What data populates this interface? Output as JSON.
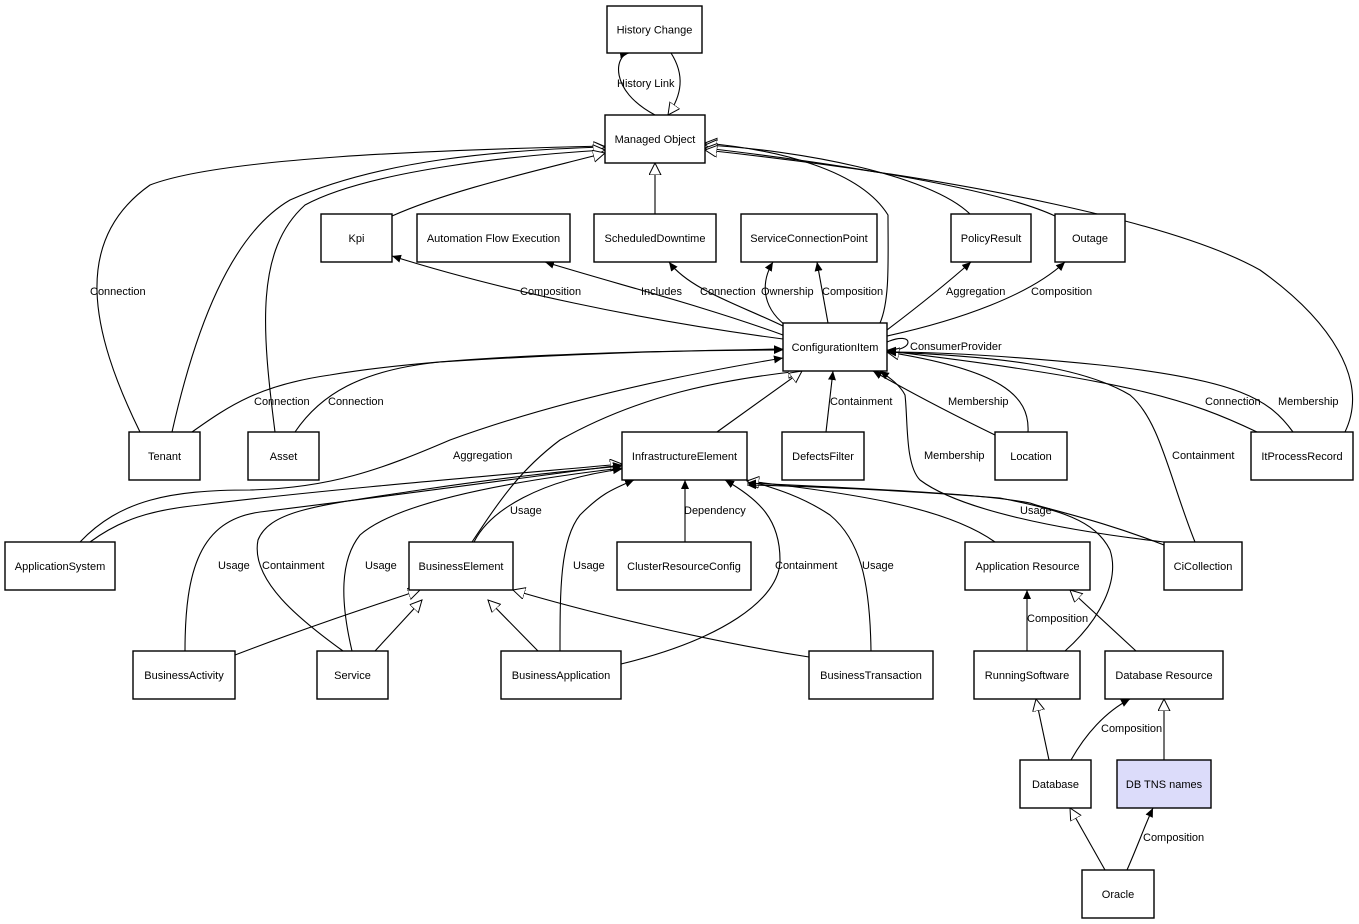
{
  "title": "Managed Object class relationship diagram",
  "colors": {
    "default_fill": "#ffffff",
    "highlight_fill": "#dcdcfa",
    "stroke": "#000000"
  },
  "nodes": [
    {
      "id": "history_change",
      "label": "History Change"
    },
    {
      "id": "managed_object",
      "label": "Managed Object"
    },
    {
      "id": "kpi",
      "label": "Kpi"
    },
    {
      "id": "automation_flow_execution",
      "label": "Automation Flow Execution"
    },
    {
      "id": "scheduled_downtime",
      "label": "ScheduledDowntime"
    },
    {
      "id": "service_connection_point",
      "label": "ServiceConnectionPoint"
    },
    {
      "id": "policy_result",
      "label": "PolicyResult"
    },
    {
      "id": "outage",
      "label": "Outage"
    },
    {
      "id": "configuration_item",
      "label": "ConfigurationItem"
    },
    {
      "id": "tenant",
      "label": "Tenant"
    },
    {
      "id": "asset",
      "label": "Asset"
    },
    {
      "id": "infrastructure_element",
      "label": "InfrastructureElement"
    },
    {
      "id": "defects_filter",
      "label": "DefectsFilter"
    },
    {
      "id": "location",
      "label": "Location"
    },
    {
      "id": "it_process_record",
      "label": "ItProcessRecord"
    },
    {
      "id": "application_system",
      "label": "ApplicationSystem"
    },
    {
      "id": "business_element",
      "label": "BusinessElement"
    },
    {
      "id": "cluster_resource_config",
      "label": "ClusterResourceConfig"
    },
    {
      "id": "application_resource",
      "label": "Application Resource"
    },
    {
      "id": "ci_collection",
      "label": "CiCollection"
    },
    {
      "id": "business_activity",
      "label": "BusinessActivity"
    },
    {
      "id": "service",
      "label": "Service"
    },
    {
      "id": "business_application",
      "label": "BusinessApplication"
    },
    {
      "id": "business_transaction",
      "label": "BusinessTransaction"
    },
    {
      "id": "running_software",
      "label": "RunningSoftware"
    },
    {
      "id": "database_resource",
      "label": "Database Resource"
    },
    {
      "id": "database",
      "label": "Database"
    },
    {
      "id": "db_tns_names",
      "label": "DB TNS names",
      "highlighted": true
    },
    {
      "id": "oracle",
      "label": "Oracle"
    }
  ],
  "edges": [
    {
      "from": "managed_object",
      "to": "history_change",
      "label": "History Link",
      "type": "association"
    },
    {
      "from": "history_change",
      "to": "managed_object",
      "label": "",
      "type": "inheritance"
    },
    {
      "from": "tenant",
      "to": "managed_object",
      "label": "Connection",
      "type": "association"
    },
    {
      "from": "tenant",
      "to": "managed_object",
      "label": "",
      "type": "inheritance"
    },
    {
      "from": "asset",
      "to": "managed_object",
      "label": "",
      "type": "inheritance"
    },
    {
      "from": "kpi",
      "to": "managed_object",
      "label": "",
      "type": "inheritance"
    },
    {
      "from": "scheduled_downtime",
      "to": "managed_object",
      "label": "",
      "type": "inheritance"
    },
    {
      "from": "configuration_item",
      "to": "managed_object",
      "label": "",
      "type": "inheritance"
    },
    {
      "from": "policy_result",
      "to": "managed_object",
      "label": "",
      "type": "inheritance"
    },
    {
      "from": "outage",
      "to": "managed_object",
      "label": "",
      "type": "inheritance"
    },
    {
      "from": "it_process_record",
      "to": "managed_object",
      "label": "",
      "type": "inheritance"
    },
    {
      "from": "configuration_item",
      "to": "kpi",
      "label": "Composition",
      "type": "association"
    },
    {
      "from": "configuration_item",
      "to": "automation_flow_execution",
      "label": "Includes",
      "type": "association"
    },
    {
      "from": "configuration_item",
      "to": "scheduled_downtime",
      "label": "Connection",
      "type": "association"
    },
    {
      "from": "configuration_item",
      "to": "service_connection_point",
      "label": "Ownership",
      "type": "association"
    },
    {
      "from": "configuration_item",
      "to": "service_connection_point",
      "label": "Composition",
      "type": "association"
    },
    {
      "from": "configuration_item",
      "to": "policy_result",
      "label": "Aggregation",
      "type": "association"
    },
    {
      "from": "configuration_item",
      "to": "outage",
      "label": "Composition",
      "type": "association"
    },
    {
      "from": "configuration_item",
      "to": "configuration_item",
      "label": "ConsumerProvider",
      "type": "association"
    },
    {
      "from": "tenant",
      "to": "configuration_item",
      "label": "Connection",
      "type": "association"
    },
    {
      "from": "asset",
      "to": "configuration_item",
      "label": "Connection",
      "type": "association"
    },
    {
      "from": "application_system",
      "to": "configuration_item",
      "label": "Aggregation",
      "type": "association"
    },
    {
      "from": "business_element",
      "to": "configuration_item",
      "label": "",
      "type": "inheritance"
    },
    {
      "from": "infrastructure_element",
      "to": "configuration_item",
      "label": "",
      "type": "inheritance"
    },
    {
      "from": "defects_filter",
      "to": "configuration_item",
      "label": "Containment",
      "type": "association"
    },
    {
      "from": "location",
      "to": "configuration_item",
      "label": "Membership",
      "type": "association"
    },
    {
      "from": "location",
      "to": "configuration_item",
      "label": "",
      "type": "inheritance"
    },
    {
      "from": "ci_collection",
      "to": "configuration_item",
      "label": "Membership",
      "type": "association"
    },
    {
      "from": "ci_collection",
      "to": "configuration_item",
      "label": "Containment",
      "type": "association"
    },
    {
      "from": "it_process_record",
      "to": "configuration_item",
      "label": "Connection",
      "type": "association"
    },
    {
      "from": "it_process_record",
      "to": "configuration_item",
      "label": "Membership",
      "type": "association"
    },
    {
      "from": "application_system",
      "to": "infrastructure_element",
      "label": "",
      "type": "inheritance"
    },
    {
      "from": "business_activity",
      "to": "infrastructure_element",
      "label": "Usage",
      "type": "association"
    },
    {
      "from": "service",
      "to": "infrastructure_element",
      "label": "Containment",
      "type": "association"
    },
    {
      "from": "service",
      "to": "infrastructure_element",
      "label": "Usage",
      "type": "association"
    },
    {
      "from": "business_element",
      "to": "infrastructure_element",
      "label": "Usage",
      "type": "association"
    },
    {
      "from": "business_application",
      "to": "infrastructure_element",
      "label": "Usage",
      "type": "association"
    },
    {
      "from": "cluster_resource_config",
      "to": "infrastructure_element",
      "label": "Dependency",
      "type": "association"
    },
    {
      "from": "business_application",
      "to": "infrastructure_element",
      "label": "Containment",
      "type": "association"
    },
    {
      "from": "business_transaction",
      "to": "infrastructure_element",
      "label": "Usage",
      "type": "association"
    },
    {
      "from": "application_resource",
      "to": "infrastructure_element",
      "label": "",
      "type": "inheritance"
    },
    {
      "from": "ci_collection",
      "to": "infrastructure_element",
      "label": "Usage",
      "type": "association"
    },
    {
      "from": "running_software",
      "to": "infrastructure_element",
      "label": "",
      "type": "association"
    },
    {
      "from": "business_activity",
      "to": "business_element",
      "label": "",
      "type": "inheritance"
    },
    {
      "from": "service",
      "to": "business_element",
      "label": "",
      "type": "inheritance"
    },
    {
      "from": "business_application",
      "to": "business_element",
      "label": "",
      "type": "inheritance"
    },
    {
      "from": "business_transaction",
      "to": "business_element",
      "label": "",
      "type": "inheritance"
    },
    {
      "from": "running_software",
      "to": "application_resource",
      "label": "Composition",
      "type": "association"
    },
    {
      "from": "database_resource",
      "to": "application_resource",
      "label": "",
      "type": "inheritance"
    },
    {
      "from": "database",
      "to": "running_software",
      "label": "",
      "type": "inheritance"
    },
    {
      "from": "database",
      "to": "database_resource",
      "label": "Composition",
      "type": "association"
    },
    {
      "from": "db_tns_names",
      "to": "database_resource",
      "label": "",
      "type": "inheritance"
    },
    {
      "from": "oracle",
      "to": "database",
      "label": "",
      "type": "inheritance"
    },
    {
      "from": "oracle",
      "to": "db_tns_names",
      "label": "Composition",
      "type": "association"
    }
  ]
}
